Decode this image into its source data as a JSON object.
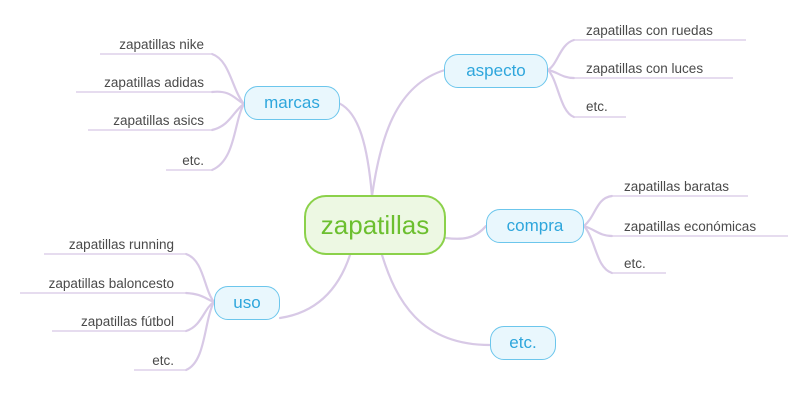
{
  "central": {
    "label": "zapatillas"
  },
  "branches": {
    "marcas": {
      "label": "marcas",
      "leaves": [
        "zapatillas nike",
        "zapatillas adidas",
        "zapatillas asics",
        "etc."
      ]
    },
    "aspecto": {
      "label": "aspecto",
      "leaves": [
        "zapatillas con ruedas",
        "zapatillas con luces",
        "etc."
      ]
    },
    "compra": {
      "label": "compra",
      "leaves": [
        "zapatillas baratas",
        "zapatillas económicas",
        "etc."
      ]
    },
    "uso": {
      "label": "uso",
      "leaves": [
        "zapatillas running",
        "zapatillas baloncesto",
        "zapatillas fútbol",
        "etc."
      ]
    },
    "etc": {
      "label": "etc."
    }
  },
  "colors": {
    "central_border": "#8bd14a",
    "central_text": "#6cbf2f",
    "branch_border": "#6cc6ec",
    "branch_text": "#2ea6dc",
    "connector": "#d8c9e6",
    "leaf_text": "#4a4a4a"
  }
}
